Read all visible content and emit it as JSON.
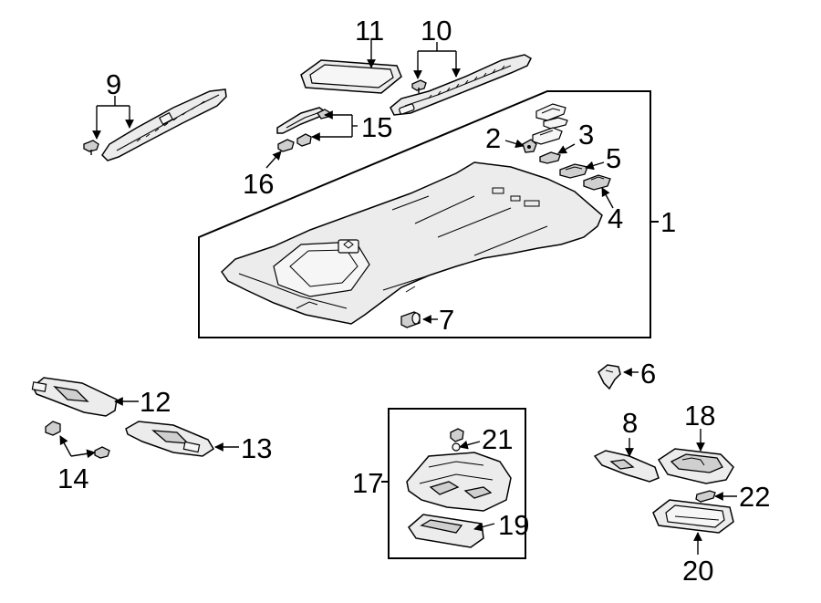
{
  "callouts": {
    "c1": "1",
    "c2": "2",
    "c3": "3",
    "c4": "4",
    "c5": "5",
    "c6": "6",
    "c7": "7",
    "c8": "8",
    "c9": "9",
    "c10": "10",
    "c11": "11",
    "c12": "12",
    "c13": "13",
    "c14": "14",
    "c15": "15",
    "c16": "16",
    "c17": "17",
    "c18": "18",
    "c19": "19",
    "c20": "20",
    "c21": "21",
    "c22": "22"
  },
  "colors": {
    "line": "#000000",
    "part_fill": "#ececec",
    "part_shade": "#cfcfcf",
    "background": "#ffffff"
  }
}
